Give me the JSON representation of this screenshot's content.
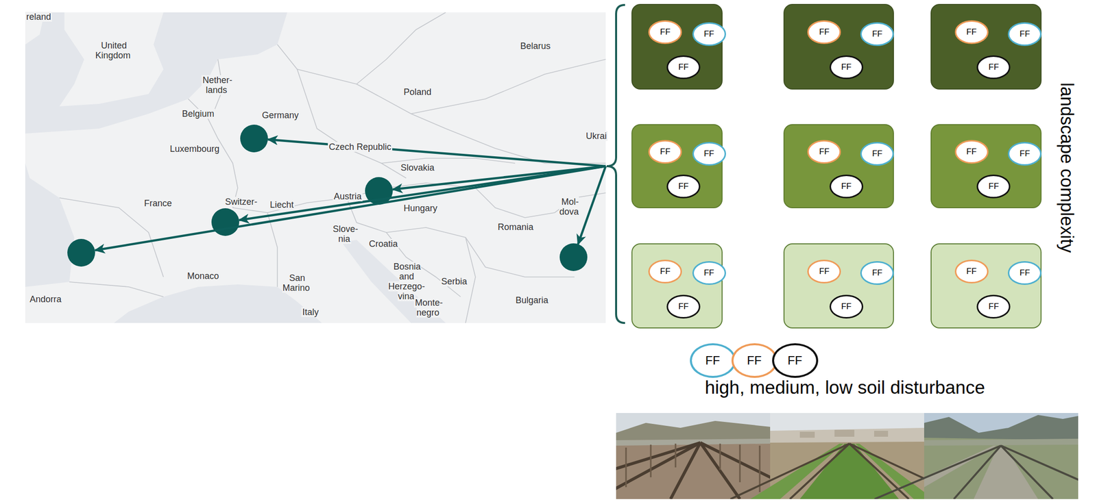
{
  "diagram": {
    "nodes": [
      {
        "text": []
      },
      {
        "text": [
          "FF"
        ],
        "in": 0
      },
      {
        "text": [
          "FF"
        ],
        "in": 0
      },
      {
        "text": [
          "FF"
        ],
        "in": 0
      },
      {
        "text": []
      },
      {
        "text": [
          "FF"
        ],
        "in": 4
      },
      {
        "text": [
          "FF"
        ],
        "in": 4
      },
      {
        "text": [
          "FF"
        ],
        "in": 4
      },
      {
        "text": []
      },
      {
        "text": [
          "FF"
        ],
        "in": 8
      },
      {
        "text": [
          "FF"
        ],
        "in": 8
      },
      {
        "text": [
          "FF"
        ],
        "in": 8
      },
      {
        "text": []
      },
      {
        "text": [
          "FF"
        ],
        "in": 12
      },
      {
        "text": [
          "FF"
        ],
        "in": 12
      },
      {
        "text": [
          "FF"
        ],
        "in": 12
      },
      {
        "text": []
      },
      {
        "text": [
          "FF"
        ],
        "in": 16
      },
      {
        "text": [
          "FF"
        ],
        "in": 16
      },
      {
        "text": [
          "FF"
        ],
        "in": 16
      },
      {
        "text": []
      },
      {
        "text": [
          "FF"
        ],
        "in": 20
      },
      {
        "text": [
          "FF"
        ],
        "in": 20
      },
      {
        "text": [
          "FF"
        ],
        "in": 20
      },
      {
        "text": []
      },
      {
        "text": [
          "FF"
        ],
        "in": 24
      },
      {
        "text": [
          "FF"
        ],
        "in": 24
      },
      {
        "text": [
          "FF"
        ],
        "in": 24
      },
      {
        "text": []
      },
      {
        "text": [
          "FF"
        ],
        "in": 28
      },
      {
        "text": [
          "FF"
        ],
        "in": 28
      },
      {
        "text": [
          "FF"
        ],
        "in": 28
      },
      {
        "text": []
      },
      {
        "text": [
          "FF"
        ],
        "in": 32
      },
      {
        "text": [
          "FF"
        ],
        "in": 32
      },
      {
        "text": [
          "FF"
        ],
        "in": 32
      },
      {
        "text": [
          "FF"
        ]
      },
      {
        "text": [
          "FF"
        ]
      },
      {
        "text": [
          "FF"
        ]
      }
    ],
    "labels": [
      "reland",
      "United Kingdom",
      "Belarus",
      "Nether- lands",
      "Poland",
      "Belgium",
      "Germany",
      "Luxembourg",
      "Czech Republic",
      "Ukrai",
      "Slovakia",
      "France",
      "Switzer-",
      "Liecht",
      "Austria",
      "Mol- dova",
      "Hungary",
      "Romania",
      "Slove- nia",
      "Croatia",
      "Monaco",
      "Bosnia and Herzego- vina",
      "Serbia",
      "San Marino",
      "Andorra",
      "Italy",
      "Monte- negro",
      "Bulgaria",
      "landscape complexity",
      "high, medium, low soil disturbance"
    ]
  }
}
